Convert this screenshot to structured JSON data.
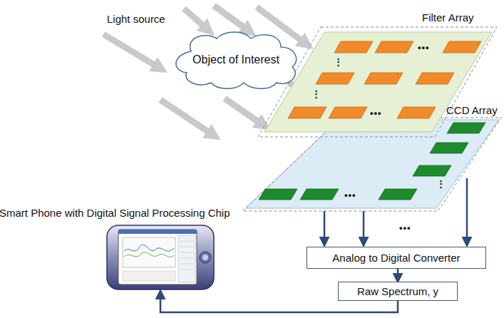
{
  "diagram": {
    "nodes": [
      {
        "text": [
          "Object of Interest"
        ]
      },
      {
        "text": [
          "Smart Phone with Digital Signal Processing Chip"
        ]
      },
      {
        "text": [
          "Analog to Digital Converter"
        ]
      },
      {
        "text": [
          "Raw Spectrum, y"
        ]
      }
    ],
    "edges": [
      {
        "from": 2,
        "to": 3,
        "arrow": "to"
      },
      {
        "from": 3,
        "to": 1,
        "arrow": "to"
      }
    ],
    "labels": [
      "Light source",
      "Filter Array",
      "CCD Array",
      "•••",
      "•••",
      "⋮",
      "⋮",
      "•••",
      "⋮",
      "•••"
    ]
  }
}
